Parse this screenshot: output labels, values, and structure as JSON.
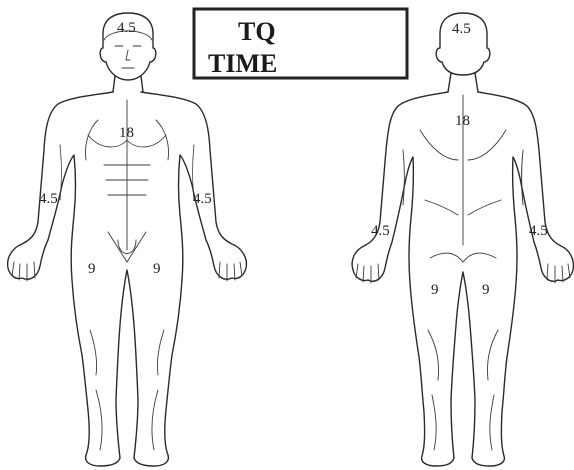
{
  "title_box": {
    "line1": "TQ",
    "line2": "TIME"
  },
  "front": {
    "head": "4.5",
    "trunk": "18",
    "left_arm": "4.5",
    "right_arm": "4.5",
    "left_leg": "9",
    "right_leg": "9"
  },
  "back": {
    "head": "4.5",
    "trunk": "18",
    "left_arm": "4.5",
    "right_arm": "4.5",
    "left_leg": "9",
    "right_leg": "9"
  }
}
